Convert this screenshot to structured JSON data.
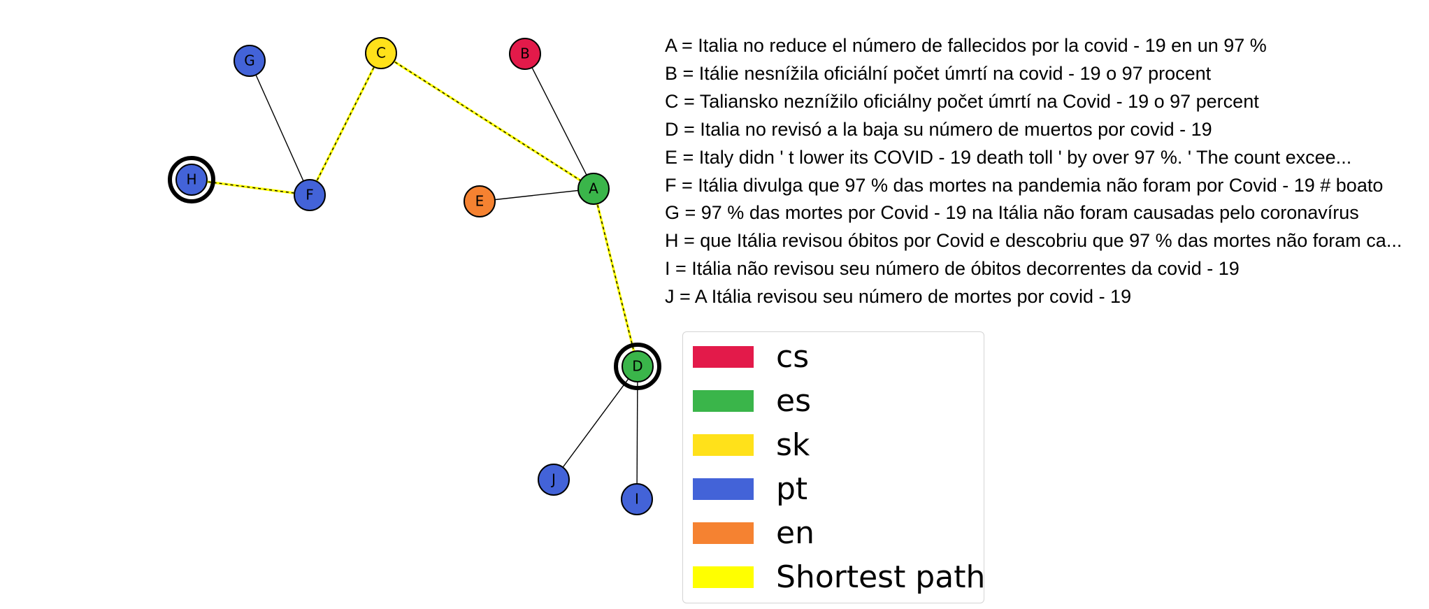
{
  "graph": {
    "nodes": [
      {
        "id": "A",
        "lang": "es"
      },
      {
        "id": "B",
        "lang": "cs"
      },
      {
        "id": "C",
        "lang": "sk"
      },
      {
        "id": "D",
        "lang": "es",
        "highlighted": true
      },
      {
        "id": "E",
        "lang": "en"
      },
      {
        "id": "F",
        "lang": "pt"
      },
      {
        "id": "G",
        "lang": "pt"
      },
      {
        "id": "H",
        "lang": "pt",
        "highlighted": true
      },
      {
        "id": "I",
        "lang": "pt"
      },
      {
        "id": "J",
        "lang": "pt"
      }
    ],
    "edges": [
      {
        "source": "H",
        "target": "F",
        "shortest_path": true
      },
      {
        "source": "F",
        "target": "C",
        "shortest_path": true
      },
      {
        "source": "C",
        "target": "A",
        "shortest_path": true
      },
      {
        "source": "A",
        "target": "D",
        "shortest_path": true
      },
      {
        "source": "G",
        "target": "F",
        "shortest_path": false
      },
      {
        "source": "B",
        "target": "A",
        "shortest_path": false
      },
      {
        "source": "E",
        "target": "A",
        "shortest_path": false
      },
      {
        "source": "D",
        "target": "J",
        "shortest_path": false
      },
      {
        "source": "D",
        "target": "I",
        "shortest_path": false
      }
    ]
  },
  "descriptions": [
    "A = Italia no reduce el número de fallecidos por la covid - 19 en un 97 %",
    "B = Itálie nesnížila oficiální počet úmrtí na covid - 19 o 97 procent",
    "C = Taliansko neznížilo oficiálny počet úmrtí na Covid - 19 o 97 percent",
    "D = Italia no revisó a la baja su número de muertos por covid - 19",
    "E = Italy didn ' t lower its COVID - 19 death toll ' by over 97 %. ' The count excee...",
    "F = Itália divulga que 97 % das mortes na pandemia não foram por Covid - 19 # boato",
    "G = 97 % das mortes por Covid - 19 na Itália não foram causadas pelo coronavírus",
    "H = que Itália revisou óbitos por Covid e descobriu que 97 % das mortes não foram ca...",
    "I = Itália não revisou seu número de óbitos decorrentes da covid - 19",
    "J = A Itália revisou seu número de mortes por covid - 19"
  ],
  "legend": [
    {
      "label": "cs",
      "color": "#e31a4a"
    },
    {
      "label": "es",
      "color": "#3ab54a"
    },
    {
      "label": "sk",
      "color": "#ffe11a"
    },
    {
      "label": "pt",
      "color": "#4363d8"
    },
    {
      "label": "en",
      "color": "#f58231"
    },
    {
      "label": "Shortest path",
      "color": "#ffff00"
    }
  ],
  "colors": {
    "es": "#3ab54a",
    "cs": "#e31a4a",
    "sk": "#ffe11a",
    "pt": "#4363d8",
    "en": "#f58231",
    "shortest_path": "#ffff00",
    "edge": "#000000",
    "node_border": "#000000"
  }
}
